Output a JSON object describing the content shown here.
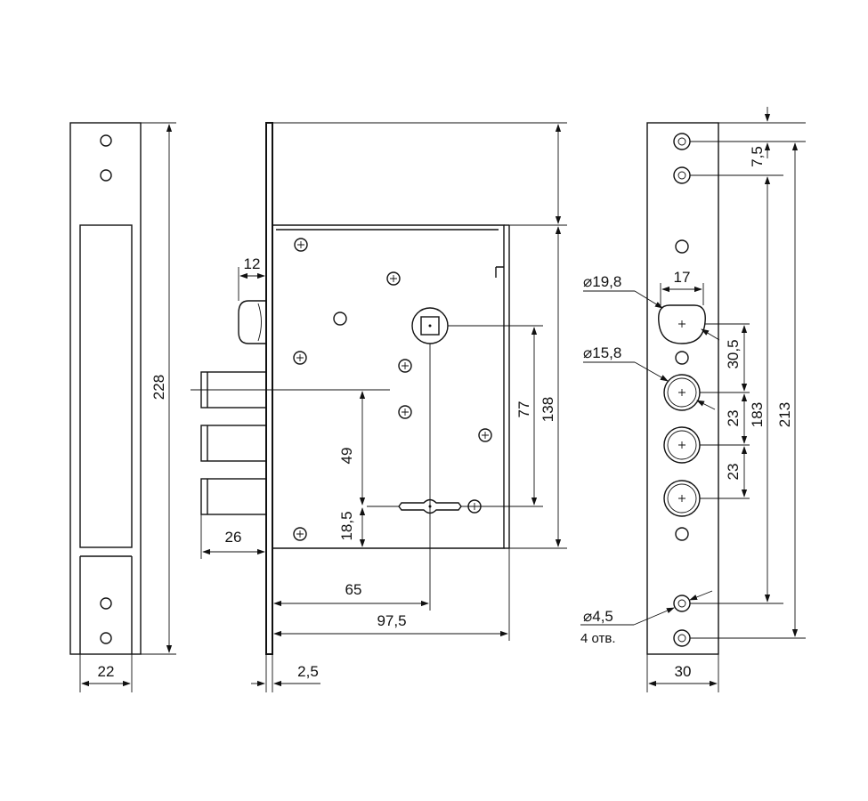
{
  "diagram": {
    "strike_plate": {
      "height_label": "228",
      "width_label": "22"
    },
    "lock_body": {
      "latch_dim": "12",
      "bolt_projection": "26",
      "bolt_to_key": "49",
      "key_to_bottom": "18,5",
      "spindle_to_key": "77",
      "case_height": "138",
      "backset": "65",
      "case_depth": "97,5",
      "faceplate_thickness": "2,5"
    },
    "faceplate": {
      "top_offset": "7,5",
      "cylinder_slot_width": "17",
      "large_hole_diameter": "⌀19,8",
      "medium_hole_diameter": "⌀15,8",
      "spindle_to_bolt": "30,5",
      "bolt_spacing_1": "23",
      "bolt_spacing_2": "23",
      "screw_spacing_inner": "183",
      "screw_spacing_outer": "213",
      "screw_hole_diameter": "⌀4,5",
      "screw_hole_count": "4 отв.",
      "width_label": "30"
    }
  }
}
